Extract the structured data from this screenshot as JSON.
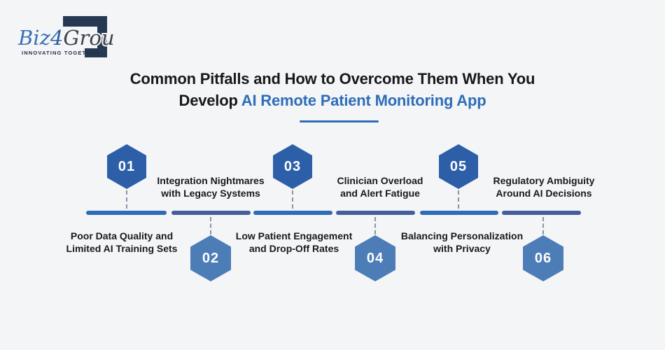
{
  "logo": {
    "brand_prefix": "Biz",
    "brand_digit": "4",
    "brand_suffix": "Group",
    "tagline": "INNOVATING TOGETHER"
  },
  "title": {
    "line1": "Common Pitfalls and How to Overcome Them When You",
    "line2_prefix": "Develop ",
    "highlight": "AI Remote Patient Monitoring App"
  },
  "colors": {
    "background": "#f4f5f7",
    "title_text": "#17181b",
    "title_highlight": "#2e6db8",
    "hex_dark": "#2d5fa9",
    "hex_light": "#4d7db7",
    "segment_blue": "#2e6db6",
    "segment_navy": "#44609a",
    "connector": "#8795a9",
    "label_text": "#17191c",
    "logo_navy": "#273952",
    "logo_blue": "#3c70b5",
    "logo_gray": "#3d434d"
  },
  "items": [
    {
      "number": "01",
      "side": "top",
      "label_line1": "Poor Data Quality and",
      "label_line2": "Limited AI Training Sets"
    },
    {
      "number": "02",
      "side": "bottom",
      "label_line1": "Integration Nightmares",
      "label_line2": "with Legacy Systems"
    },
    {
      "number": "03",
      "side": "top",
      "label_line1": "Low Patient Engagement",
      "label_line2": "and Drop-Off Rates"
    },
    {
      "number": "04",
      "side": "bottom",
      "label_line1": "Clinician Overload",
      "label_line2": "and Alert Fatigue"
    },
    {
      "number": "05",
      "side": "top",
      "label_line1": "Balancing Personalization",
      "label_line2": "with Privacy"
    },
    {
      "number": "06",
      "side": "bottom",
      "label_line1": "Regulatory Ambiguity",
      "label_line2": "Around AI Decisions"
    }
  ],
  "timeline": {
    "segment_colors": [
      "blue",
      "navy",
      "blue",
      "navy",
      "blue",
      "navy"
    ]
  }
}
